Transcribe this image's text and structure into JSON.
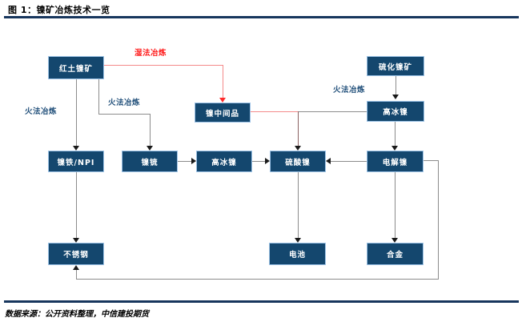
{
  "header": {
    "title": "图 1：镍矿冶炼技术一览"
  },
  "footer": {
    "source": "数据来源：公开资料整理，中信建投期货"
  },
  "colors": {
    "node_fill": "#14476E",
    "node_border": "#9DC3E6",
    "rule_accent": "#17365D",
    "wet_process_red": "#FF1A1A",
    "wet_process_line": "#F48A8A",
    "pyro_label_blue": "#1F4E79",
    "connector_gray": "#8C8C8C"
  },
  "diagram": {
    "nodes": [
      {
        "id": "laterite-nickel-ore",
        "label": "红土镍矿"
      },
      {
        "id": "nickel-sulfide-ore",
        "label": "硫化镍矿"
      },
      {
        "id": "nickel-intermediate",
        "label": "镍中间品"
      },
      {
        "id": "high-matte-nickel-right",
        "label": "高冰镍"
      },
      {
        "id": "nickel-iron-npi",
        "label": "镍铁/NPI"
      },
      {
        "id": "nickel-matte",
        "label": "镍锍"
      },
      {
        "id": "high-matte-nickel-mid",
        "label": "高冰镍"
      },
      {
        "id": "nickel-sulfate",
        "label": "硫酸镍"
      },
      {
        "id": "electrolytic-nickel",
        "label": "电解镍"
      },
      {
        "id": "stainless-steel",
        "label": "不锈钢"
      },
      {
        "id": "battery",
        "label": "电池"
      },
      {
        "id": "alloy",
        "label": "合金"
      }
    ],
    "edge_labels": [
      {
        "id": "wet-smelting",
        "label": "湿法冶炼"
      },
      {
        "id": "pyro-smelting-left",
        "label": "火法冶炼"
      },
      {
        "id": "pyro-smelting-mid",
        "label": "火法冶炼"
      },
      {
        "id": "pyro-smelting-right",
        "label": "火法冶炼"
      }
    ]
  }
}
